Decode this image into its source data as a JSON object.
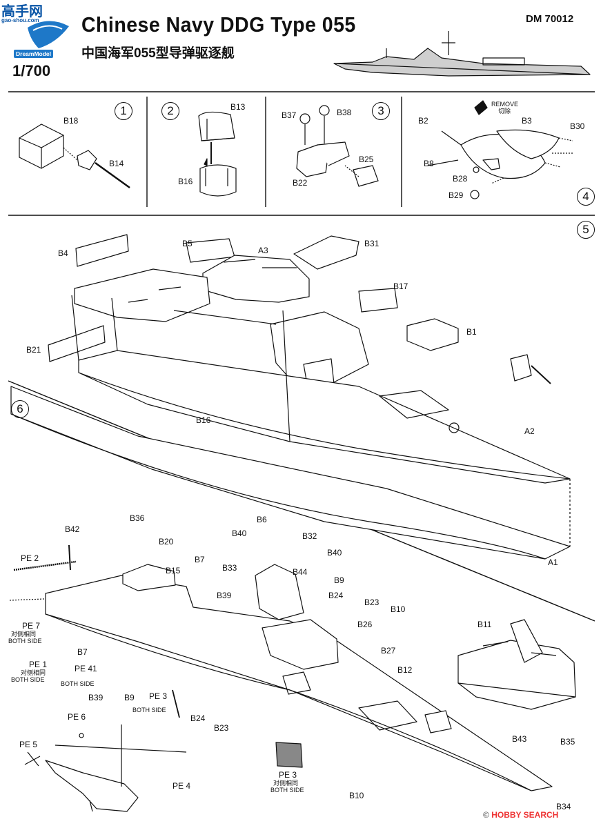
{
  "watermark": {
    "site": "高手网",
    "url": "gao-shou.com"
  },
  "brand": "DreamModel",
  "header": {
    "title": "Chinese Navy DDG Type 055",
    "subtitle": "中国海军055型导弹驱逐舰",
    "code": "DM 70012",
    "scale": "1/700"
  },
  "steps": [
    "1",
    "2",
    "3",
    "4",
    "5",
    "6"
  ],
  "labels": {
    "b18": "B18",
    "b14": "B14",
    "b13": "B13",
    "b16a": "B16",
    "b37": "B37",
    "b38": "B38",
    "b25": "B25",
    "b22": "B22",
    "b2": "B2",
    "b3": "B3",
    "b30": "B30",
    "b8": "B8",
    "b28": "B28",
    "b29": "B29",
    "remove_en": "REMOVE",
    "remove_cn": "切除",
    "b4": "B4",
    "b5": "B5",
    "a3": "A3",
    "b31": "B31",
    "b17": "B17",
    "b1": "B1",
    "b21": "B21",
    "b16b": "B16",
    "a2": "A2",
    "a1": "A1",
    "b42": "B42",
    "pe2": "PE 2",
    "b36": "B36",
    "b20": "B20",
    "b6": "B6",
    "b40a": "B40",
    "b32": "B32",
    "b40b": "B40",
    "b7a": "B7",
    "b15": "B15",
    "b33": "B33",
    "b44": "B44",
    "b9a": "B9",
    "b24a": "B24",
    "b39a": "B39",
    "b23a": "B23",
    "b10a": "B10",
    "b26": "B26",
    "b11": "B11",
    "b27": "B27",
    "b12": "B12",
    "b7b": "B7",
    "pe41": "PE 41",
    "b39b": "B39",
    "b9b": "B9",
    "pe3a": "PE 3",
    "b24b": "B24",
    "b23b": "B23",
    "pe6": "PE 6",
    "pe5": "PE 5",
    "pe4": "PE 4",
    "pe3b": "PE 3",
    "b10b": "B10",
    "b43": "B43",
    "b35": "B35",
    "b34": "B34",
    "pe7": "PE 7",
    "pe1": "PE 1",
    "both_cn": "对侧相同",
    "both_en": "BOTH SIDE"
  },
  "footer": {
    "brand": "HOBBY SEARCH",
    "mark": "©"
  },
  "colors": {
    "ink": "#111111",
    "watermark": "#0a55a6",
    "footer": "#e33333"
  }
}
